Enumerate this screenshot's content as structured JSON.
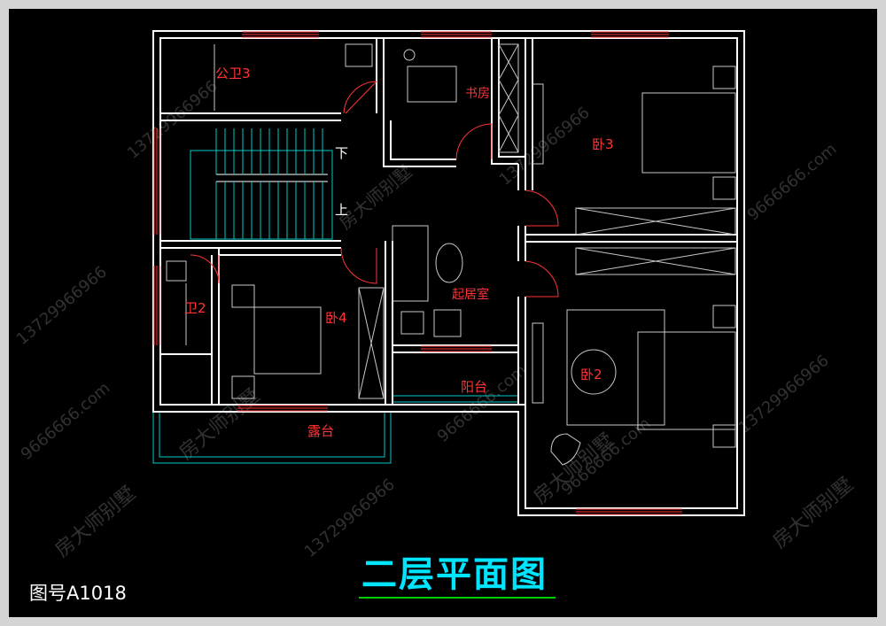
{
  "title": "二层平面图",
  "drawing_number": "图号A1018",
  "watermark": {
    "text": "房大师别墅",
    "phone": "13729966966",
    "site": "9666666.com"
  },
  "rooms": {
    "public_bath": "公卫3",
    "study": "书房",
    "bedroom3": "卧3",
    "stair_down": "下",
    "stair_up": "上",
    "bath2": "卫2",
    "bedroom4": "卧4",
    "living": "起居室",
    "bedroom2": "卧2",
    "balcony": "阳台",
    "terrace": "露台"
  },
  "colors": {
    "background": "#000000",
    "wall": "#ffffff",
    "window": "#ff3333",
    "label": "#ff3333",
    "stair": "#00c8c8",
    "furniture": "#c8c8c8",
    "title": "#00e5ff",
    "underline": "#00d000"
  }
}
